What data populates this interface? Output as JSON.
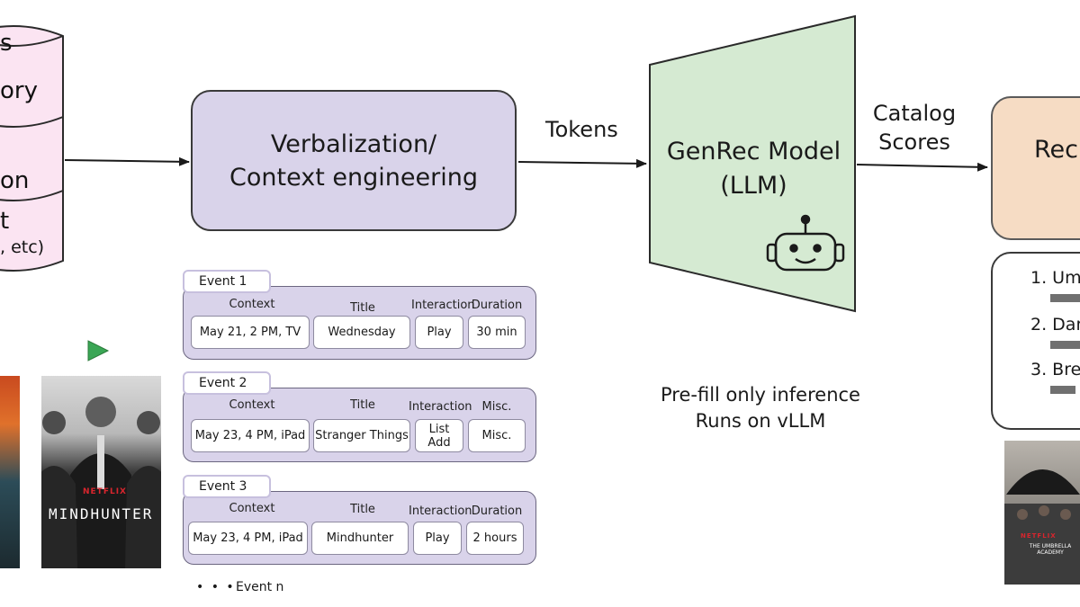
{
  "database": {
    "lines": [
      "s",
      "ory",
      "on",
      "t",
      ", etc)"
    ]
  },
  "verbalization": {
    "line1": "Verbalization/",
    "line2": "Context engineering"
  },
  "tokens_label": "Tokens",
  "model": {
    "line1": "GenRec Model",
    "line2": "(LLM)"
  },
  "scores_label": {
    "line1": "Catalog",
    "line2": "Scores"
  },
  "recommend": {
    "partial_label": "Rec",
    "items": [
      "1. Um",
      "2. Dar",
      "3. Bre"
    ]
  },
  "inference_note": {
    "line1": "Pre-fill only inference",
    "line2": "Runs on vLLM"
  },
  "events": [
    {
      "tab": "Event 1",
      "headers": [
        "Context",
        "Title",
        "Interaction",
        "Duration"
      ],
      "cells": [
        "May 21, 2 PM, TV",
        "Wednesday",
        "Play",
        "30 min"
      ]
    },
    {
      "tab": "Event 2",
      "headers": [
        "Context",
        "Title",
        "Interaction",
        "Misc."
      ],
      "cells": [
        "May 23, 4 PM, iPad",
        "Stranger Things",
        "List Add",
        "Misc."
      ]
    },
    {
      "tab": "Event 3",
      "headers": [
        "Context",
        "Title",
        "Interaction",
        "Duration"
      ],
      "cells": [
        "May 23, 4 PM, iPad",
        "Mindhunter",
        "Play",
        "2 hours"
      ]
    }
  ],
  "more_events": {
    "dots": "• • •",
    "label": "Event n"
  },
  "posters": {
    "mindhunter_brand": "NETFLIX",
    "mindhunter_title": "MINDHUNTER",
    "umbrella_brand": "NETFLIX",
    "umbrella_title": "THE UMBRELLA ACADEMY"
  },
  "colors": {
    "verbalization_fill": "#d9d3ea",
    "model_fill": "#d5ead2",
    "recommend_fill": "#f6dcc4",
    "database_fill": "#fbe4f2",
    "play_icon": "#3aa655"
  }
}
